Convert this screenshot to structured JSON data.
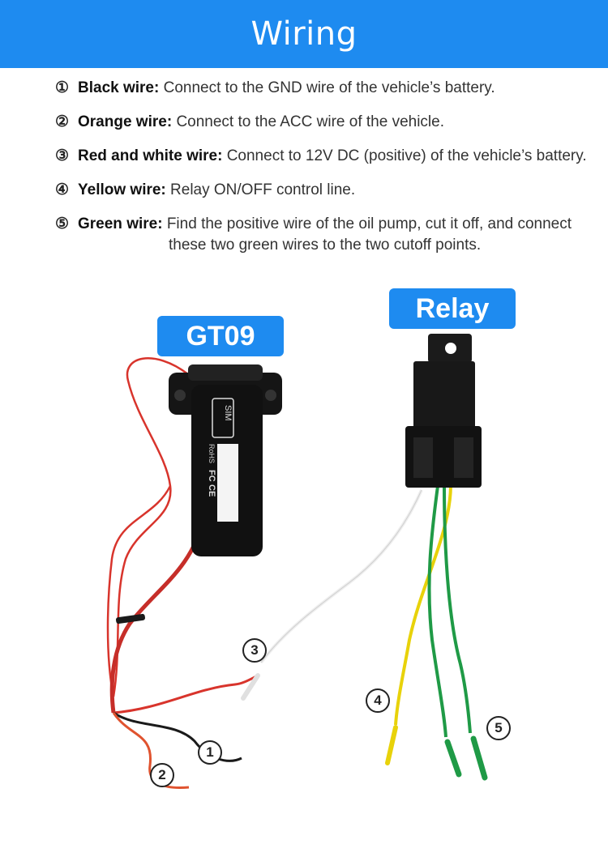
{
  "banner": {
    "title": "Wiring"
  },
  "notes": [
    {
      "num": "①",
      "label": "Black wire:",
      "text": "Connect to the GND wire of the vehicle’s battery."
    },
    {
      "num": "②",
      "label": "Orange wire:",
      "text": "Connect to the ACC wire of the vehicle."
    },
    {
      "num": "③",
      "label": "Red and white wire:",
      "text": "Connect to 12V DC (positive) of the vehicle’s battery."
    },
    {
      "num": "④",
      "label": "Yellow wire:",
      "text": "Relay ON/OFF control line."
    },
    {
      "num": "⑤",
      "label": "Green wire:",
      "text": "Find the positive wire of the oil pump, cut it off, and connect",
      "cont": "these two green wires to the two cutoff points."
    }
  ],
  "device_tags": {
    "gt09": "GT09",
    "relay": "Relay"
  },
  "device_print": {
    "sim": "SIM",
    "rohs": "RoHS",
    "fc": "FC",
    "ce": "CE"
  },
  "wire_markers": [
    "1",
    "2",
    "3",
    "4",
    "5"
  ],
  "colors": {
    "banner": "#1e8bf0",
    "black_wire": "#1a1a1a",
    "orange_wire": "#e0532f",
    "red_wire": "#d8342c",
    "white_wire": "#f2f2f2",
    "yellow_wire": "#e8d20a",
    "green_wire": "#1f9a46"
  }
}
